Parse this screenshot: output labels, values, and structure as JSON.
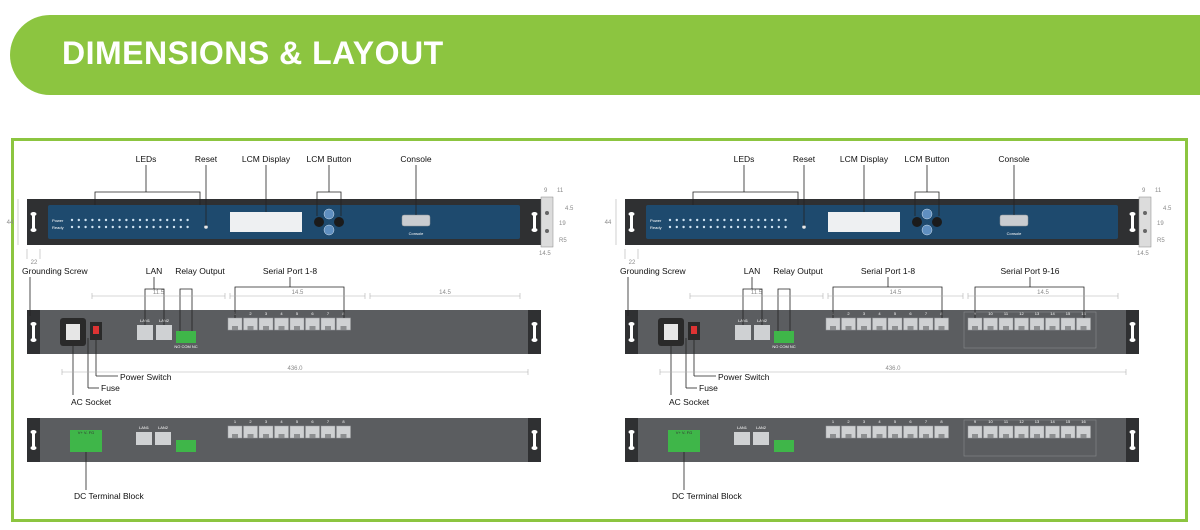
{
  "header": {
    "title": "DIMENSIONS & LAYOUT"
  },
  "colors": {
    "accent": "#8cc540",
    "front_panel": "#1e4a6e",
    "rear_panel": "#5b5d60",
    "chassis": "#2f3032",
    "terminal_green": "#3fb649"
  },
  "front_labels": {
    "leds": "LEDs",
    "reset": "Reset",
    "lcm_display": "LCM Display",
    "lcm_button": "LCM Button",
    "console": "Console"
  },
  "rear_labels": {
    "grounding_screw": "Grounding Screw",
    "lan": "LAN",
    "relay_output": "Relay Output",
    "serial_1_8": "Serial Port 1-8",
    "serial_9_16": "Serial Port 9-16",
    "fuse": "Fuse",
    "power_switch": "Power Switch",
    "ac_socket": "AC Socket",
    "dc_terminal_block": "DC Terminal Block"
  },
  "dimensions": {
    "height": "44",
    "mount": "22",
    "width": "436.0",
    "lan_span": "11.5",
    "serial_span": "14.5",
    "serial_span_2": "14.5",
    "side_a": "9",
    "side_b": "11",
    "side_c": "4.5",
    "side_d": "19",
    "side_e": "14.5",
    "side_f": "R5"
  },
  "panel_text": {
    "console": "Console",
    "lan1": "LAN1",
    "lan2": "LAN2",
    "relay": "NO COM NC",
    "dc_terminal": "V+ V- FG",
    "led_row1": "Power",
    "led_row2": "Ready"
  },
  "port_numbers": [
    "1",
    "2",
    "3",
    "4",
    "5",
    "6",
    "7",
    "8"
  ],
  "port_numbers_9_16": [
    "9",
    "10",
    "11",
    "12",
    "13",
    "14",
    "15",
    "16"
  ]
}
